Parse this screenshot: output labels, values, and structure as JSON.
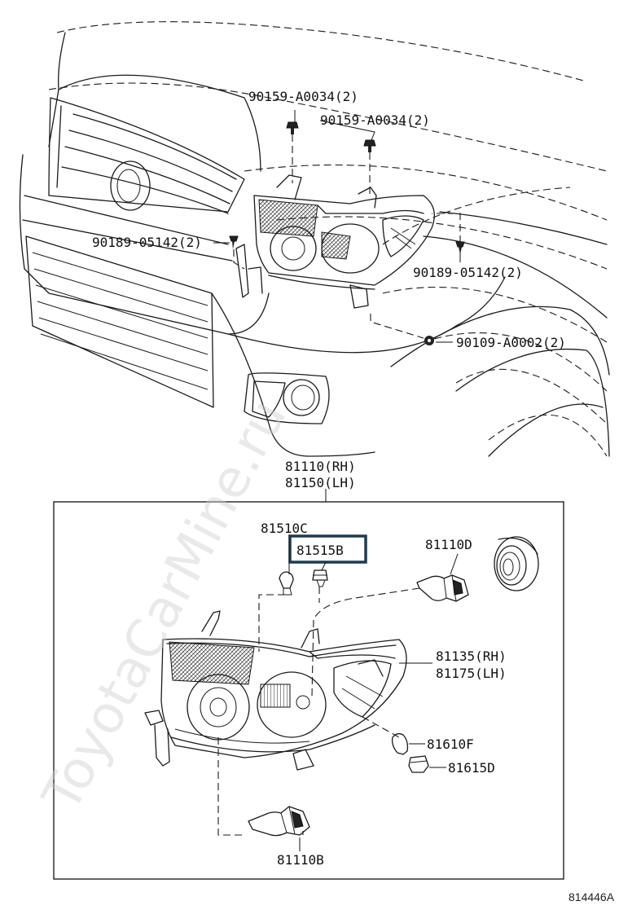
{
  "watermark": "ToyotaCarMine.ru",
  "illustration_number": "814446A",
  "top_callouts": {
    "bolt_left": "90159-A0034(2)",
    "bolt_right": "90159-A0034(2)",
    "clip_left": "90189-05142(2)",
    "clip_right": "90189-05142(2)",
    "nut": "90109-A0002(2)"
  },
  "assembly": {
    "rh": "81110(RH)",
    "lh": "81150(LH)"
  },
  "detail_callouts": {
    "bulb_wedge": "81510C",
    "socket_highlight": "81515B",
    "bulb_high": "81110D",
    "lens_rh": "81135(RH)",
    "lens_lh": "81175(LH)",
    "bulb_side": "81610F",
    "socket_side": "81615D",
    "bulb_low": "81110B"
  },
  "colors": {
    "line": "#1a1a1a",
    "highlight_border": "#1f3b4d",
    "watermark": "#cfcfcf"
  }
}
